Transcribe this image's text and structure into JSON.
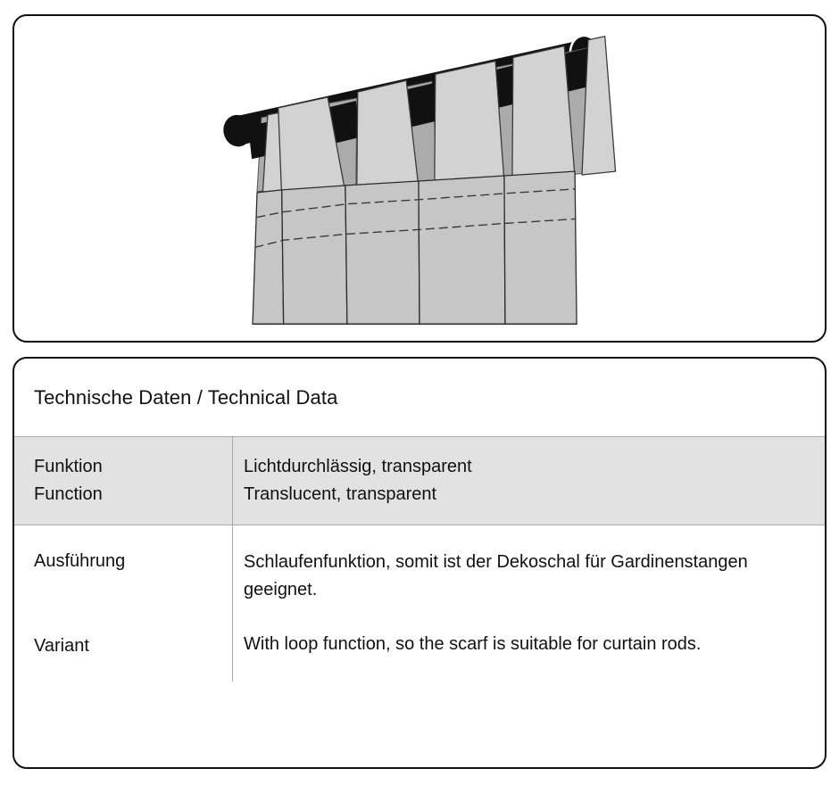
{
  "illustration": {
    "name": "curtain-loop-illustration",
    "description": "Decorative curtain scarf with loop heading hanging on a dark curtain rod",
    "colors": {
      "rod": "#111111",
      "fabric": "#c6c6c6",
      "fabric_light": "#d2d2d2",
      "fabric_shadow": "#ababab",
      "outline": "#333333",
      "background": "#ffffff"
    },
    "loop_count": 6,
    "panel_count": 5
  },
  "table": {
    "title": "Technische Daten / Technical Data",
    "columns": [
      "label",
      "value"
    ],
    "rows": [
      {
        "shaded": true,
        "label_de": "Funktion",
        "label_en": "Function",
        "value_de": "Lichtdurchlässig, transparent",
        "value_en": "Translucent, transparent"
      },
      {
        "shaded": false,
        "label_de": "Ausführung",
        "label_en": "Variant",
        "value_de": "Schlaufenfunktion, somit ist der Dekoschal für Gardinenstangen geeignet.",
        "value_en": "With loop function, so the scarf is suitable for curtain rods."
      }
    ]
  },
  "colors": {
    "panel_border": "#111111",
    "row_shaded": "#e2e2e2",
    "grid_line": "#a9a9a9",
    "text": "#111111"
  }
}
